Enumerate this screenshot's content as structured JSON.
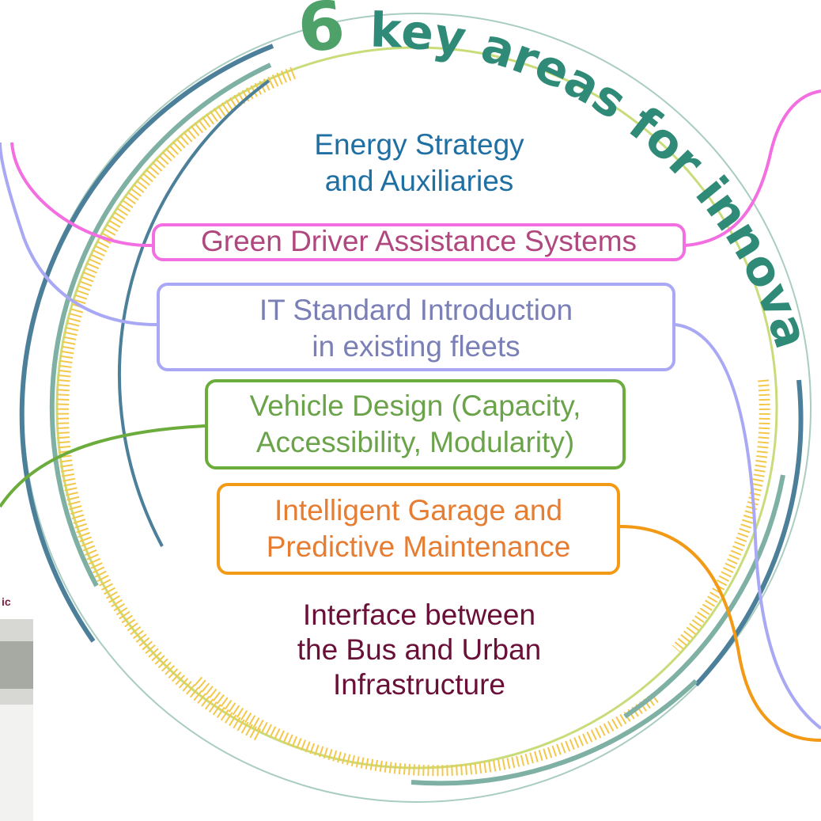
{
  "title": {
    "number": "6",
    "text": "key areas for innovation"
  },
  "areas": {
    "energy": [
      "Energy Strategy",
      "and Auxiliaries"
    ],
    "green": [
      "Green Driver Assistance Systems"
    ],
    "it": [
      "IT Standard Introduction",
      "in existing fleets"
    ],
    "vehicle": [
      "Vehicle Design (Capacity,",
      "Accessibility, Modularity)"
    ],
    "garage": [
      "Intelligent Garage and",
      "Predictive Maintenance"
    ],
    "interface": [
      "Interface between",
      "the Bus and Urban",
      "Infrastructure"
    ]
  },
  "thumbnail": {
    "brand": "ic"
  },
  "colors": {
    "ring_outer": "#a9cdc0",
    "ring_inner": "#c9dc7a",
    "arc_blue": "#4c7f99",
    "arc_teal": "#7fb0a4",
    "ticks": "#f3c84a",
    "magenta": "#f36ee0",
    "lavender": "#a8a8f5",
    "green": "#6cac3c",
    "orange": "#f29a16"
  },
  "icons": [
    "ring-diagram",
    "connector-curves"
  ]
}
